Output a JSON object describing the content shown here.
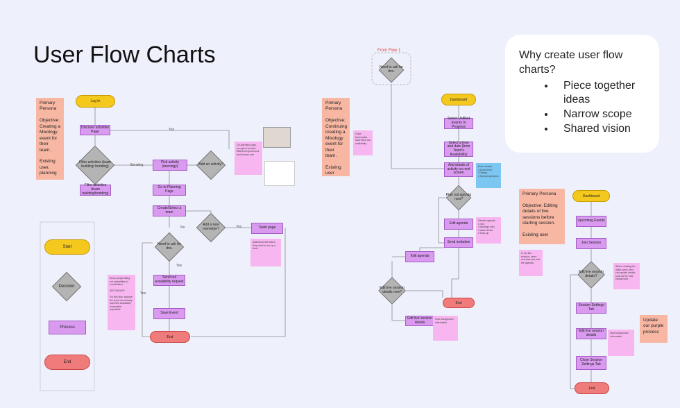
{
  "page": {
    "title": "User Flow Charts"
  },
  "why_card": {
    "heading": "Why create user flow charts?",
    "bullets": [
      "Piece together ideas",
      "Narrow scope",
      "Shared vision"
    ]
  },
  "legend": {
    "start": "Start",
    "decision": "Decision",
    "process": "Process",
    "end": "End"
  },
  "flow1": {
    "persona": "Primary Persona\n\nObjective: Creating a Mixology event for their team.\n\nExisting user, planning",
    "login": "Log In",
    "discover": "Discover activities Page",
    "filter": "Filter activities (team building/ bonding)",
    "filter_label": "Bonding",
    "filter_result": "Filter activities (team building/bonding)",
    "pick": "Pick activity (mixology)",
    "add_activity": "Add an activity?",
    "yes1": "Yes",
    "planning": "Go to Planning Page",
    "create_team": "Create/Select a team",
    "add_member": "Add a new memeber?",
    "no1": "No",
    "yes2": "Yes",
    "team_page": "Team page",
    "need_ask": "Need to ask for dns.",
    "yes3": "Yes",
    "yes4": "Yes",
    "send_avail": "Send out availability request",
    "save": "Save Event",
    "end": "End",
    "note_activity": "On activities page, you get to browse different experiences and choose one",
    "note_team": "Addresses the teams they need to set up a team",
    "note_availability": "Show people filling out availability for coordination\n\nSECONDARY\n\nFor this flow, assume the team has already had their availability information populated."
  },
  "flow2": {
    "from": "From Flow 1",
    "need_ask": "Need to ask for dns.",
    "persona": "Primary Persona\n\nObjective: Continuing creating a Mixology event for their team.\n\nExisting user",
    "note_from": "Once teammates have filled out availability",
    "dashboard": "Dashboard",
    "select_unfilled": "Select Unfilled Events In Progress",
    "select_time": "Select a time and date (from Team's Availability)",
    "add_details": "Add details of activity on next screen",
    "note_details": "Event details\n• Alcohol info\n• Dietary\n• Special questions",
    "plan_agenda": "Plan out agenda now?",
    "edit_agenda": "Edit agenda",
    "note_agenda": "Sample agenda\n• Intro\n• Mixology intro\n• Make drinks\n• Wrap up",
    "send_invitation": "Send invitation",
    "edit_agenda2": "Edit agenda",
    "edit_live": "Edit live session details now?",
    "end": "End",
    "edit_live_session": "Edit live session details",
    "note_live": "Host background information"
  },
  "flow3": {
    "persona": "Primary Persona\n\nObjective: Editing details of live sessions before starting session.\n\nExisting user",
    "note_persona": "In the live session, users can start and edit the agenda.",
    "dashboard": "Dashboard",
    "upcoming": "Upcoming Events",
    "join": "Join Session",
    "edit_live": "Edit live session details?",
    "note_edit": "When creating the initial event, they can update details such as the host background",
    "settings_tab": "Session Settings Tab",
    "edit_live_session": "Edit live session details",
    "note_host": "Host background information",
    "close_settings": "Close Session Settings Tab",
    "end": "End",
    "update_note": "Update our purple process"
  }
}
